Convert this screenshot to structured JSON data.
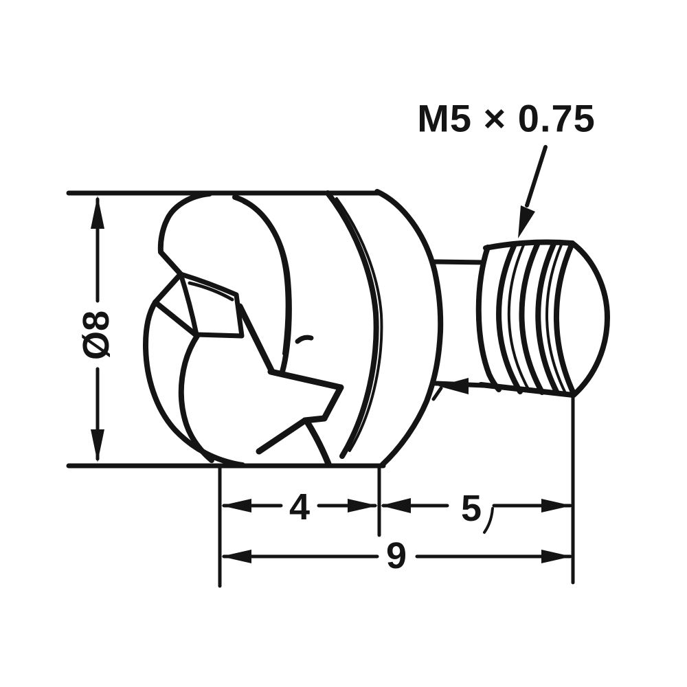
{
  "figure": {
    "type": "technical-drawing",
    "subject": "slotted-jet-screw",
    "colors": {
      "ink": "#141414",
      "background": "#ffffff"
    },
    "labels": {
      "thread_spec": "M5 × 0.75",
      "head_diameter": "Ø8",
      "head_length": "4",
      "thread_length": "5",
      "overall_length": "9"
    }
  }
}
